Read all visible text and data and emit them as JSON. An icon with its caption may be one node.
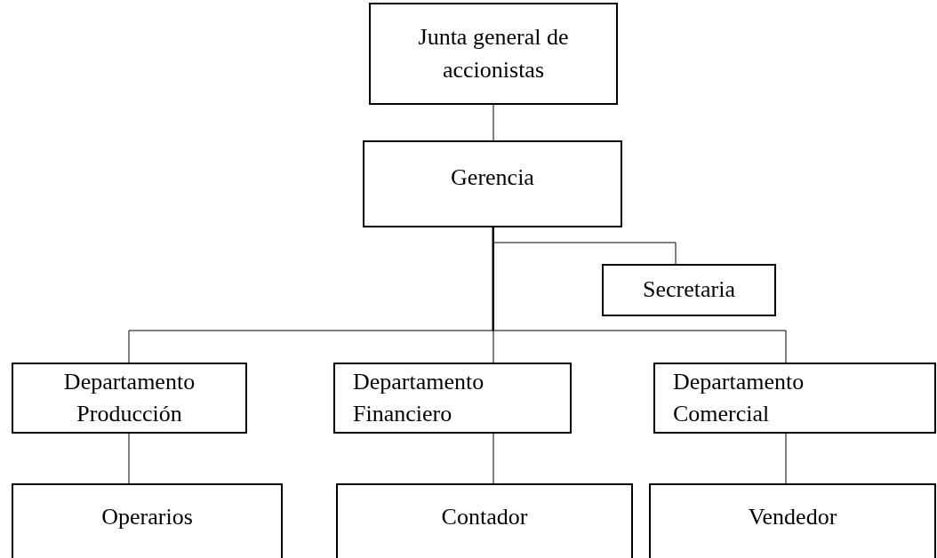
{
  "diagram": {
    "nodes": [
      {
        "text": [
          "Junta general de accionistas"
        ]
      },
      {
        "text": [
          "Gerencia"
        ]
      },
      {
        "text": [
          "Secretaria"
        ]
      },
      {
        "text": [
          "Departamento Producción"
        ]
      },
      {
        "text": [
          "Departamento Financiero"
        ]
      },
      {
        "text": [
          "Departamento Comercial"
        ]
      },
      {
        "text": [
          "Operarios"
        ]
      },
      {
        "text": [
          "Contador"
        ]
      },
      {
        "text": [
          "Vendedor"
        ]
      }
    ],
    "edges": [
      {
        "from": 0,
        "to": 1,
        "arrow": "none"
      },
      {
        "from": 1,
        "to": 2,
        "arrow": "none"
      },
      {
        "from": 1,
        "to": 3,
        "arrow": "none"
      },
      {
        "from": 1,
        "to": 4,
        "arrow": "none"
      },
      {
        "from": 1,
        "to": 5,
        "arrow": "none"
      },
      {
        "from": 3,
        "to": 6,
        "arrow": "none"
      },
      {
        "from": 4,
        "to": 7,
        "arrow": "none"
      },
      {
        "from": 5,
        "to": 8,
        "arrow": "none"
      }
    ]
  }
}
